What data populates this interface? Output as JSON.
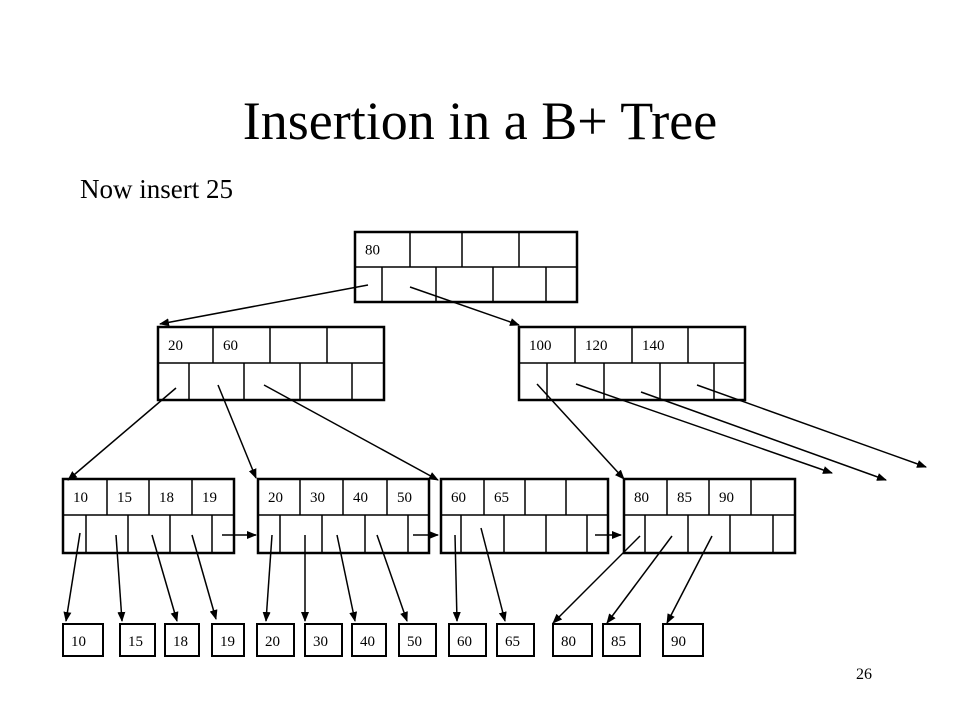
{
  "slide": {
    "title": "Insertion in a B+ Tree",
    "subtitle": "Now insert 25",
    "page_number": "26"
  },
  "tree": {
    "root": {
      "keys": [
        "80",
        "",
        "",
        ""
      ]
    },
    "internal": [
      {
        "keys": [
          "20",
          "60",
          "",
          ""
        ]
      },
      {
        "keys": [
          "100",
          "120",
          "140",
          ""
        ]
      }
    ],
    "leaves": [
      {
        "keys": [
          "10",
          "15",
          "18",
          "19"
        ]
      },
      {
        "keys": [
          "20",
          "30",
          "40",
          "50"
        ]
      },
      {
        "keys": [
          "60",
          "65",
          "",
          ""
        ]
      },
      {
        "keys": [
          "80",
          "85",
          "90",
          ""
        ]
      }
    ],
    "records": [
      "10",
      "15",
      "18",
      "19",
      "20",
      "30",
      "40",
      "50",
      "60",
      "65",
      "80",
      "85",
      "90"
    ]
  },
  "colors": {
    "stroke": "#000000",
    "background": "#ffffff"
  }
}
